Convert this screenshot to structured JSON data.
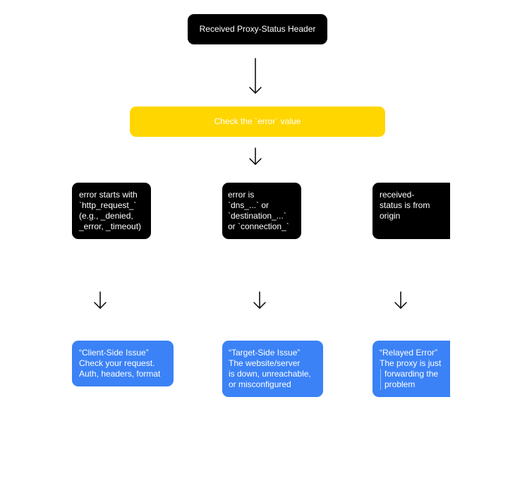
{
  "nodes": {
    "root": {
      "label": "Received Proxy-Status Header"
    },
    "check": {
      "label": "Check the `error` value"
    },
    "branch_http": {
      "lines": [
        "error starts with",
        "`http_request_`",
        "(e.g., _denied,",
        "_error, _timeout)"
      ]
    },
    "branch_dns": {
      "lines": [
        "error is",
        "`dns_...` or",
        "`destination_...`",
        "or `connection_`"
      ]
    },
    "branch_origin": {
      "lines": [
        "received-",
        "status is from",
        "origin"
      ]
    },
    "result_client": {
      "lines": [
        "“Client-Side Issue”",
        "Check your request.",
        "Auth, headers, format"
      ]
    },
    "result_target": {
      "lines": [
        "“Target-Side Issue”",
        "The website/server",
        "is down, unreachable,",
        "or misconfigured"
      ]
    },
    "result_relayed": {
      "lines": [
        "“Relayed Error”",
        "The proxy is just",
        "forwarding the",
        "problem"
      ]
    }
  },
  "colors": {
    "dark_node": "#000000",
    "decision_node": "#ffd600",
    "result_node": "#3b82f6",
    "text": "#ffffff",
    "arrow": "#000000"
  }
}
